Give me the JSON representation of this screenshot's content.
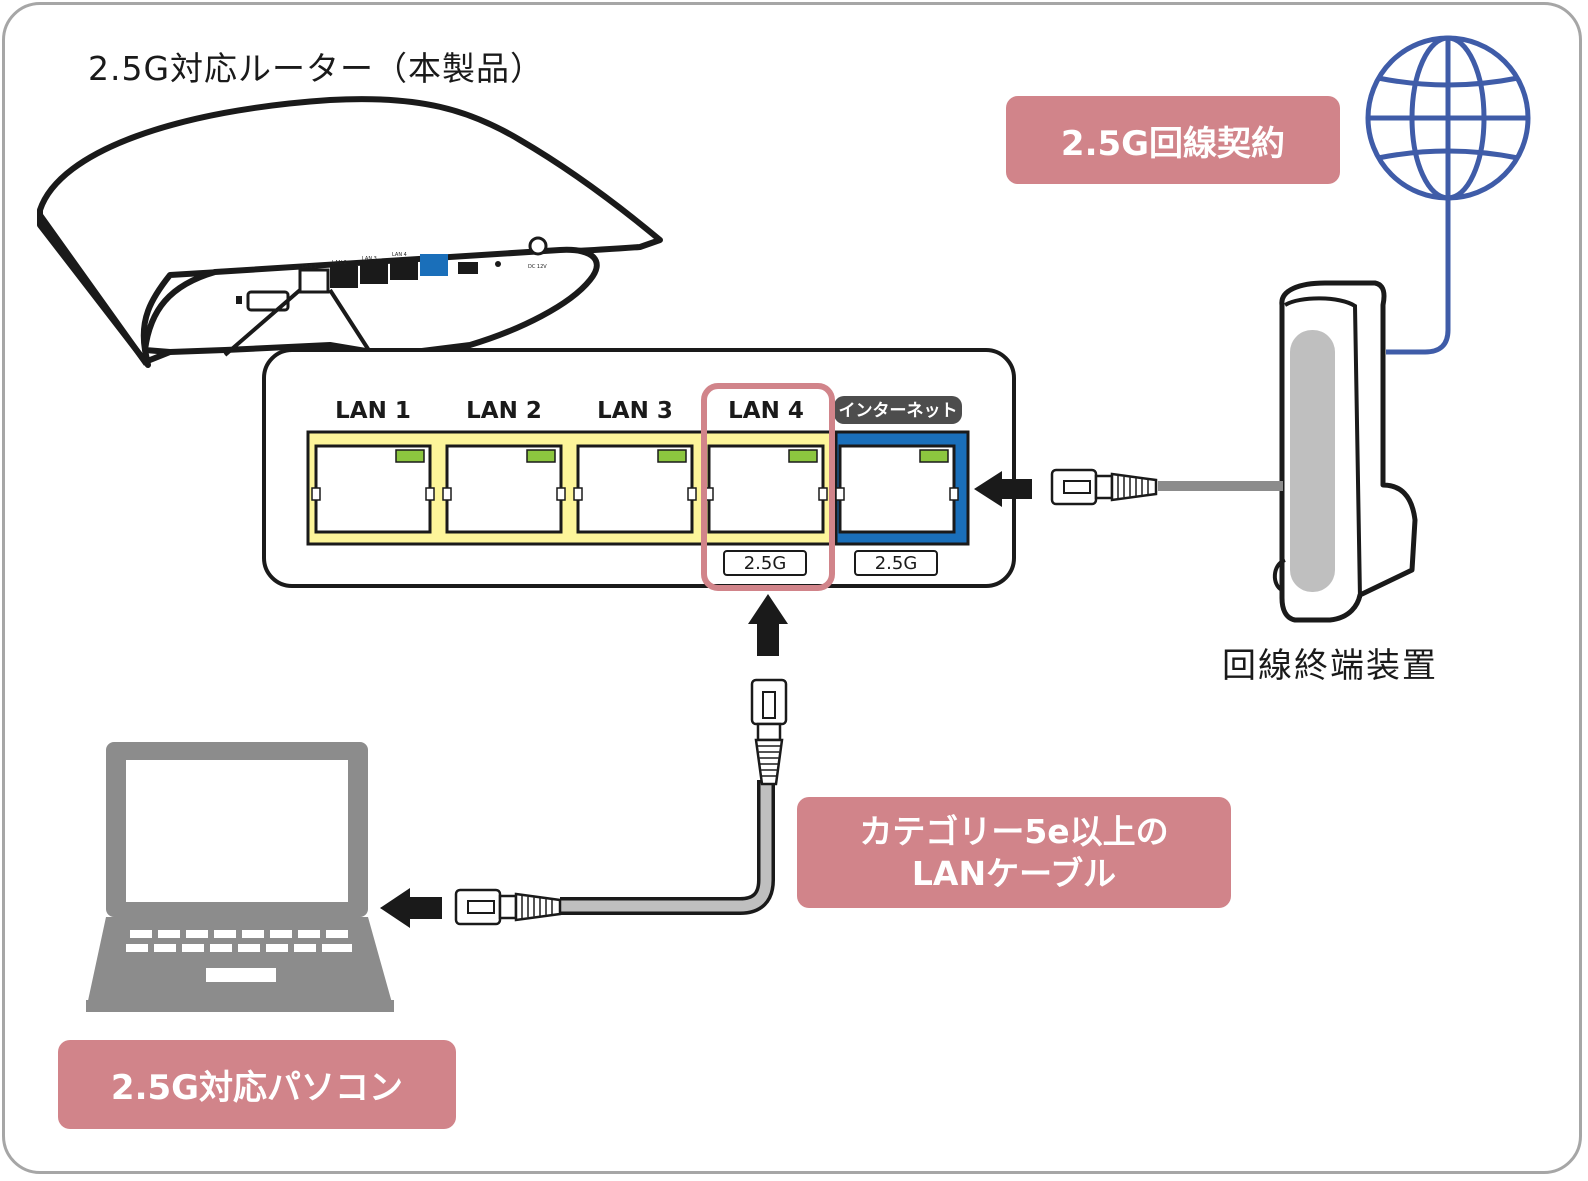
{
  "title": "2.5G対応ルーター（本製品）",
  "labels": {
    "contract": "2.5G回線契約",
    "terminal": "回線終端装置",
    "cable_line1": "カテゴリー5e以上の",
    "cable_line2": "LANケーブル",
    "pc": "2.5G対応パソコン"
  },
  "ports": [
    {
      "label": "LAN 1",
      "speed": ""
    },
    {
      "label": "LAN 2",
      "speed": ""
    },
    {
      "label": "LAN 3",
      "speed": ""
    },
    {
      "label": "LAN 4",
      "speed": "2.5G",
      "highlighted": true
    },
    {
      "label": "インターネット",
      "speed": "2.5G",
      "type": "wan"
    }
  ],
  "router_back_panel": {
    "port_labels": [
      "LAN 1",
      "LAN 2",
      "LAN 3",
      "LAN 4"
    ],
    "dc_label": "DC 12V"
  },
  "colors": {
    "lan_port": "#fdf59a",
    "wan_port": "#1a6fba",
    "led": "#8cc63f",
    "highlight_border": "#d1848a",
    "pill_background": "#d1848a",
    "globe": "#3f5ca8",
    "cable": "#8c8c8c",
    "laptop": "#8c8c8c",
    "frame": "#a6a6a6"
  }
}
